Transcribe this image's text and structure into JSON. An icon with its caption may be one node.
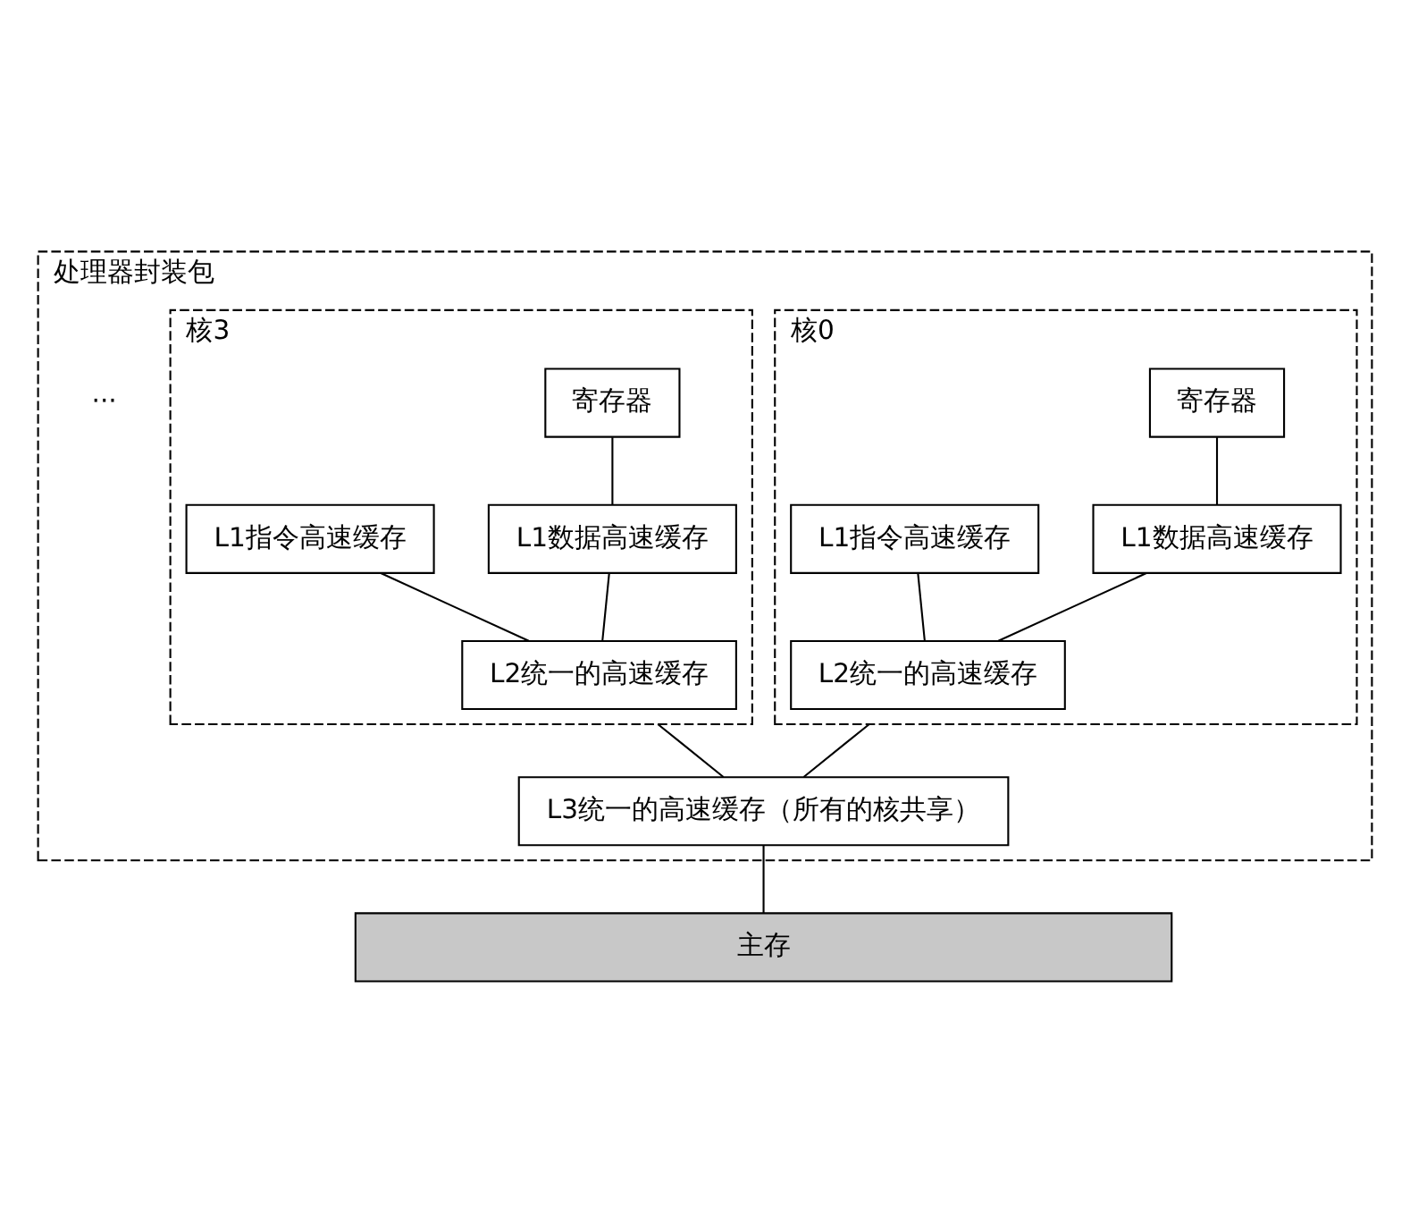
{
  "diagram": {
    "nodes": [
      {
        "text": [
          "处理器封装包"
        ]
      },
      {
        "text": [
          "核0"
        ],
        "in": 0
      },
      {
        "text": [
          "寄存器"
        ],
        "in": 1
      },
      {
        "text": [
          "L1数据高速缓存"
        ],
        "in": 1
      },
      {
        "text": [
          "L1指令高速缓存"
        ],
        "in": 1
      },
      {
        "text": [
          "L2统一的高速缓存"
        ],
        "in": 1
      },
      {
        "text": [
          "核3"
        ],
        "in": 0
      },
      {
        "text": [
          "寄存器"
        ],
        "in": 6
      },
      {
        "text": [
          "L1数据高速缓存"
        ],
        "in": 6
      },
      {
        "text": [
          "L1指令高速缓存"
        ],
        "in": 6
      },
      {
        "text": [
          "L2统一的高速缓存"
        ],
        "in": 6
      },
      {
        "text": [
          "L3统一的高速缓存（所有的核共享）"
        ],
        "in": 0
      },
      {
        "text": [
          "主存"
        ]
      }
    ],
    "edges": [
      {
        "from": 2,
        "to": 3,
        "arrow": "none"
      },
      {
        "from": 3,
        "to": 5,
        "arrow": "none"
      },
      {
        "from": 4,
        "to": 5,
        "arrow": "none"
      },
      {
        "from": 7,
        "to": 8,
        "arrow": "none"
      },
      {
        "from": 8,
        "to": 10,
        "arrow": "none"
      },
      {
        "from": 9,
        "to": 10,
        "arrow": "none"
      },
      {
        "from": 1,
        "to": 11,
        "arrow": "none"
      },
      {
        "from": 6,
        "to": 11,
        "arrow": "none"
      },
      {
        "from": 11,
        "to": 12,
        "arrow": "none"
      }
    ],
    "labels": [
      "···"
    ]
  }
}
